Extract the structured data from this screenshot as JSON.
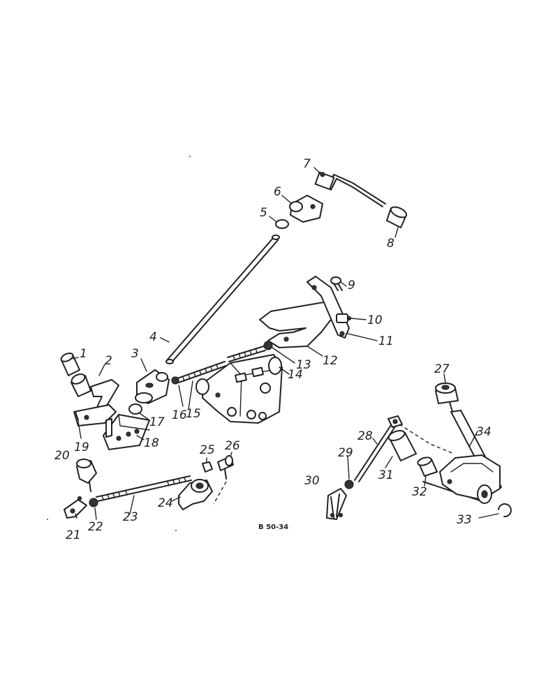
{
  "diagram": {
    "reference_code": "B 50-34",
    "callouts": [
      "1",
      "2",
      "3",
      "4",
      "5",
      "6",
      "7",
      "8",
      "9",
      "10",
      "11",
      "12",
      "13",
      "14",
      "15",
      "16",
      "17",
      "18",
      "19",
      "20",
      "21",
      "22",
      "23",
      "24",
      "25",
      "26",
      "27",
      "28",
      "29",
      "30",
      "31",
      "32",
      "33",
      "34"
    ]
  }
}
